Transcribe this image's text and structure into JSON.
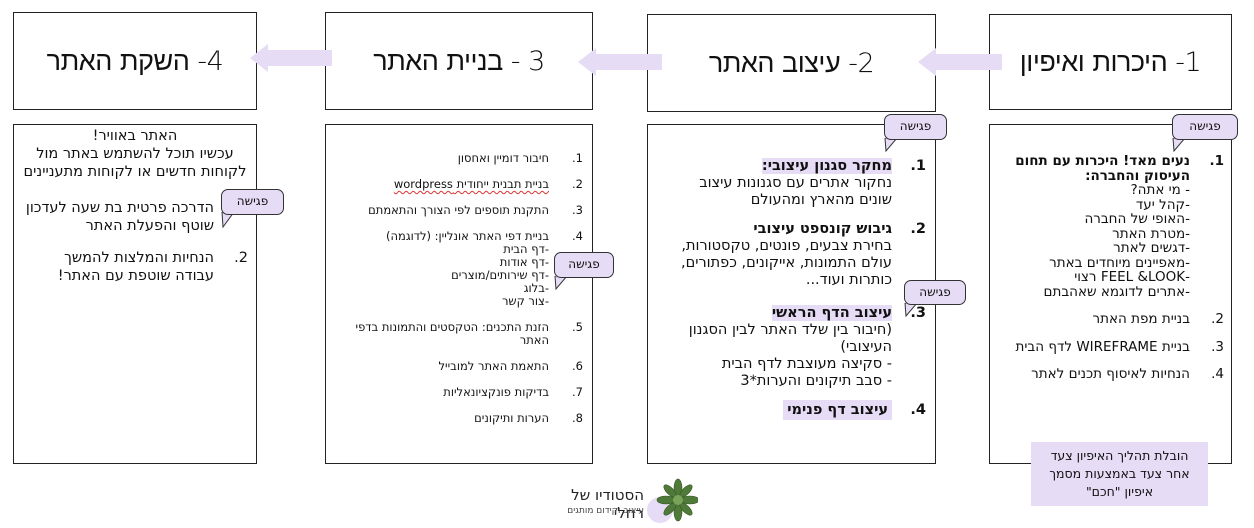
{
  "stages": [
    {
      "title": "1- היכרות ואיפיון"
    },
    {
      "title": "2- עיצוב האתר"
    },
    {
      "title": "3 - בניית האתר"
    },
    {
      "title": "4- השקת האתר"
    }
  ],
  "meeting_label": "פגישה",
  "stage1": {
    "items": [
      {
        "num": "1.",
        "heading": "נעים מאד! היכרות עם תחום העיסוק והחברה:",
        "body": "- מי אתה?\n-קהל יעד\n-האופי של החברה\n-מטרת האתר\n-דגשים לאתר\n-מאפיינים מיוחדים באתר\n-FEEL &LOOK רצוי\n-אתרים לדוגמא שאהבתם"
      },
      {
        "num": "2.",
        "body": "בניית מפת האתר"
      },
      {
        "num": "3.",
        "body": "בניית WIREFRAME לדף הבית"
      },
      {
        "num": "4.",
        "body": "הנחיות לאיסוף תכנים לאתר"
      }
    ],
    "note": "הובלת תהליך האיפיון צעד אחר צעד באמצעות מסמך איפיון \"חכם\""
  },
  "stage2": {
    "items": [
      {
        "num": "1.",
        "heading": "מחקר סגנון עיצובי:",
        "body": "נחקור אתרים עם סגנונות עיצוב שונים מהארץ ומהעולם"
      },
      {
        "num": "2.",
        "heading": "גיבוש קונספט עיצובי",
        "body": "בחירת צבעים, פונטים, טקסטורות, עולם התמונות, אייקונים, כפתורים, כותרות ועוד..."
      },
      {
        "num": "3.",
        "heading": "עיצוב הדף הראשי",
        "body": "(חיבור בין שלד האתר לבין הסגנון העיצובי)\n- סקיצה מעוצבת לדף הבית\n- סבב תיקונים והערות*3"
      },
      {
        "num": "4.",
        "heading": "עיצוב דף פנימי"
      }
    ]
  },
  "stage3": {
    "items": [
      {
        "num": "1.",
        "body": "חיבור דומיין ואחסון"
      },
      {
        "num": "2.",
        "body": "בניית תבנית ייחודית wordpress"
      },
      {
        "num": "3.",
        "body": "התקנת תוספים לפי הצורך והתאמתם"
      },
      {
        "num": "4.",
        "body": "בניית דפי האתר אונליין: (לדוגמה)\n-דף הבית\n-דף אודות\n-דף שירותים/מוצרים\n-בלוג\n-צור קשר"
      },
      {
        "num": "5.",
        "body": "הזנת התכנים: הטקסטים והתמונות בדפי האתר"
      },
      {
        "num": "6.",
        "body": "התאמת האתר למובייל"
      },
      {
        "num": "7.",
        "body": "בדיקות פונקציונאליות"
      },
      {
        "num": "8.",
        "body": "הערות ותיקונים"
      }
    ]
  },
  "stage4": {
    "intro": "האתר באוויר!\nעכשיו תוכל להשתמש באתר מול לקוחות חדשים או לקוחות מתעניינים",
    "items": [
      {
        "num": "1.",
        "body": "הדרכה פרטית בת שעה לעדכון שוטף והפעלת האתר"
      },
      {
        "num": "2.",
        "body": "הנחיות והמלצות להמשך עבודה שוטפת עם האתר!"
      }
    ]
  },
  "logo": {
    "name": "הסטודיו של רחלי",
    "tagline": "עיצוב וקידום מותגים",
    "colors": {
      "succulent": "#4f7a3a",
      "circle": "#e6dcf5"
    }
  },
  "colors": {
    "accent": "#e6dcf5",
    "border": "#222222"
  }
}
